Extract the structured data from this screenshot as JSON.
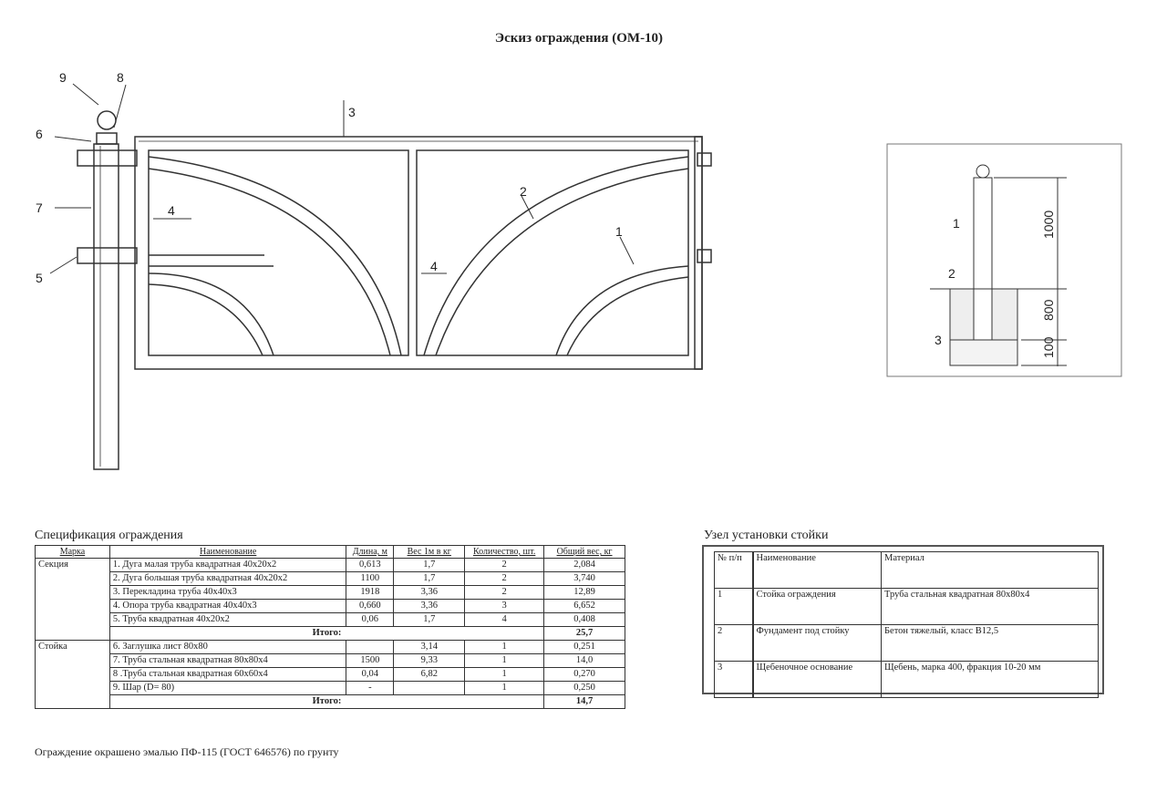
{
  "title": "Эскиз ограждения (ОМ-10)",
  "callouts": {
    "c1": "1",
    "c2": "2",
    "c3": "3",
    "c4a": "4",
    "c4b": "4",
    "c5": "5",
    "c6": "6",
    "c7": "7",
    "c8": "8",
    "c9": "9"
  },
  "detail": {
    "callouts": [
      "1",
      "2",
      "3"
    ],
    "dims": [
      "1000",
      "800",
      "100"
    ]
  },
  "spec": {
    "title": "Спецификация ограждения",
    "headers": [
      "Марка",
      "Наименование",
      "Длина, м",
      "Вес 1м в кг",
      "Количество, шт.",
      "Общий вес, кг"
    ],
    "groups": [
      {
        "mark": "Секция",
        "rows": [
          [
            "1. Дуга малая труба квадратная 40х20х2",
            "0,613",
            "1,7",
            "2",
            "2,084"
          ],
          [
            "2. Дуга большая труба квадратная 40х20х2",
            "1100",
            "1,7",
            "2",
            "3,740"
          ],
          [
            "3. Перекладина труба 40х40х3",
            "1918",
            "3,36",
            "2",
            "12,89"
          ],
          [
            "4. Опора труба квадратная 40х40х3",
            "0,660",
            "3,36",
            "3",
            "6,652"
          ],
          [
            "5. Труба квадратная 40х20х2",
            "0,06",
            "1,7",
            "4",
            "0,408"
          ]
        ],
        "total_label": "Итого:",
        "total": "25,7"
      },
      {
        "mark": "Стойка",
        "rows": [
          [
            "6. Заглушка лист 80х80",
            "",
            "3,14",
            "1",
            "0,251"
          ],
          [
            "7. Труба стальная квадратная 80х80х4",
            "1500",
            "9,33",
            "1",
            "14,0"
          ],
          [
            "8 .Труба стальная квадратная 60х60х4",
            "0,04",
            "6,82",
            "1",
            "0,270"
          ],
          [
            "9. Шар (D= 80)",
            "-",
            "",
            "1",
            "0,250"
          ]
        ],
        "total_label": "Итого:",
        "total": "14,7"
      }
    ]
  },
  "footnote": "Ограждение окрашено эмалью ПФ-115 (ГОСТ 646576) по грунту",
  "node": {
    "title": "Узел установки стойки",
    "headers": [
      "№ п/п",
      "Наименование",
      "Материал"
    ],
    "rows": [
      [
        "1",
        "Стойка ограждения",
        "Труба стальная  квадратная 80х80х4"
      ],
      [
        "2",
        "Фундамент под стойку",
        "Бетон тяжелый, класс В12,5"
      ],
      [
        "3",
        "Щебеночное основание",
        "Щебень, марка 400, фракция 10-20 мм"
      ]
    ]
  }
}
